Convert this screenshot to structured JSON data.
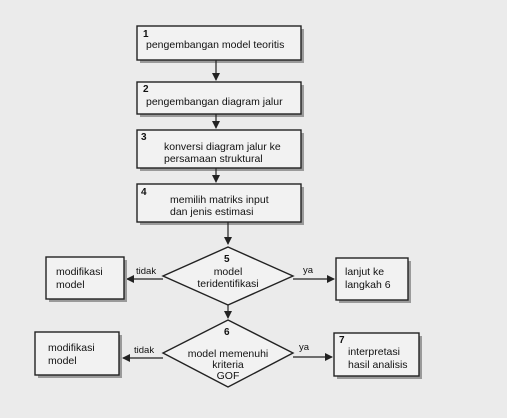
{
  "steps": [
    {
      "number": "1",
      "lines": [
        "pengembangan model teoritis"
      ]
    },
    {
      "number": "2",
      "lines": [
        "pengembangan diagram jalur"
      ]
    },
    {
      "number": "3",
      "lines": [
        "konversi diagram jalur  ke",
        "persamaan struktural"
      ]
    },
    {
      "number": "4",
      "lines": [
        "memilih matriks input",
        "dan jenis estimasi"
      ]
    }
  ],
  "decisions": [
    {
      "number": "5",
      "lines": [
        "model",
        "teridentifikasi"
      ]
    },
    {
      "number": "6",
      "lines": [
        "model memenuhi",
        "kriteria",
        "GOF"
      ]
    }
  ],
  "outcomes": {
    "modifikasi_1": [
      "modifikasi",
      "model"
    ],
    "lanjut": [
      "lanjut ke",
      "langkah 6"
    ],
    "modifikasi_2": [
      "modifikasi",
      "model"
    ],
    "interpretasi": {
      "number": "7",
      "lines": [
        "interpretasi",
        "hasil analisis"
      ]
    }
  },
  "branch_labels": {
    "no_1": "tidak",
    "yes_1": "ya",
    "no_2": "tidak",
    "yes_2": "ya"
  }
}
